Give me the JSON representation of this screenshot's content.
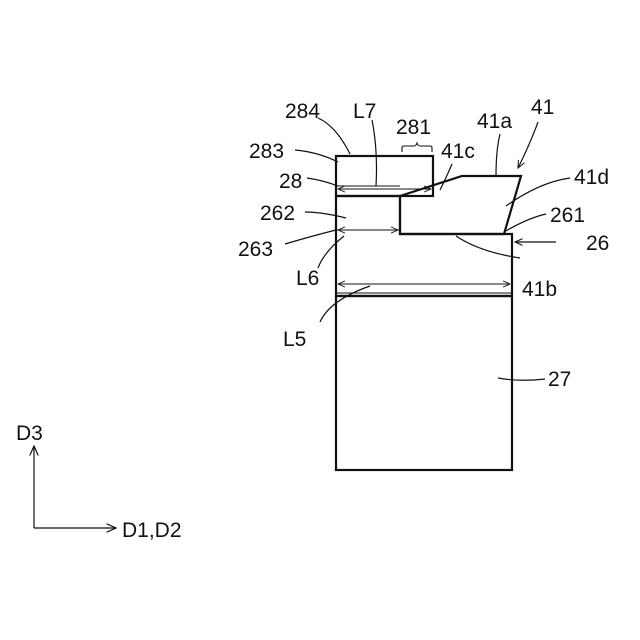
{
  "labels": {
    "l284": "284",
    "l7": "L7",
    "l281": "281",
    "l41a": "41a",
    "l41": "41",
    "l283": "283",
    "l41c": "41c",
    "l41d": "41d",
    "l28": "28",
    "l262": "262",
    "l261": "261",
    "l263": "263",
    "l26": "26",
    "l6": "L6",
    "l41b": "41b",
    "l5": "L5",
    "l27": "27"
  },
  "axes": {
    "vertical": "D3",
    "horizontal": "D1,D2"
  }
}
